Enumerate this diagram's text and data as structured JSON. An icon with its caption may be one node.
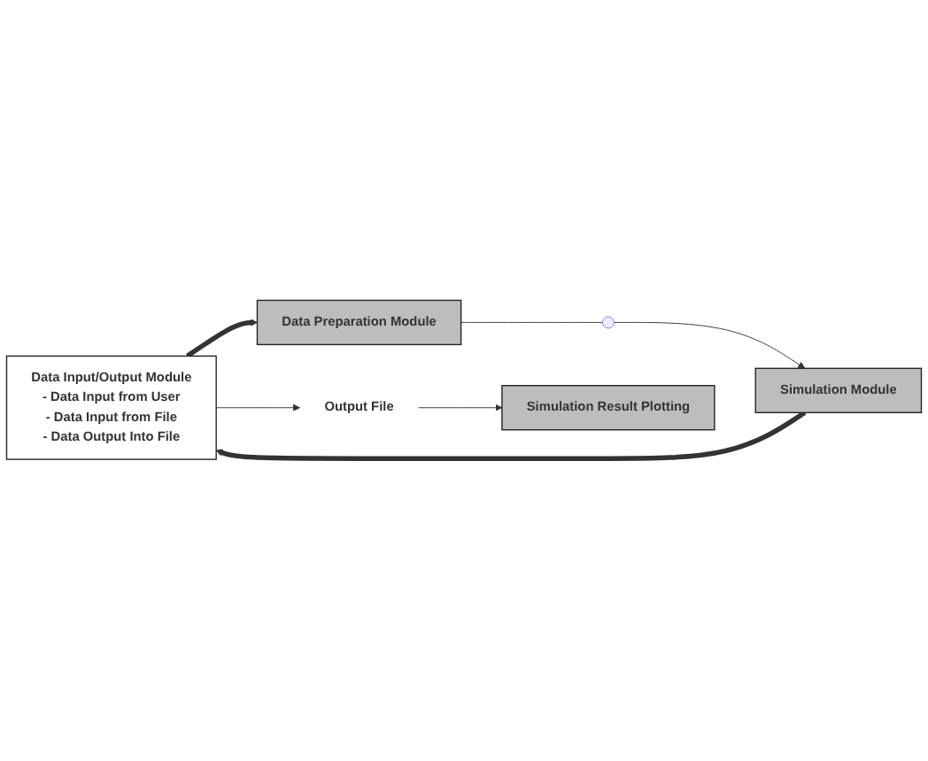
{
  "diagram": {
    "nodes": [
      {
        "text": [
          "Data Input/Output Module",
          "- Data Input from User",
          "- Data Input from File",
          "- Data Output Into File"
        ]
      },
      {
        "text": [
          "Data Preparation Module"
        ]
      },
      {
        "text": [],
        "shape": "dots"
      },
      {
        "text": [
          "Simulation Module"
        ]
      },
      {
        "text": [
          "Output File"
        ]
      },
      {
        "text": [
          "Simulation Result Plotting"
        ]
      }
    ],
    "edges": [
      {
        "from": 0,
        "to": 1,
        "arrow": "to",
        "style": "thick"
      },
      {
        "from": 1,
        "to": 2,
        "arrow": "none"
      },
      {
        "from": 2,
        "to": 3,
        "arrow": "to"
      },
      {
        "from": 3,
        "to": 0,
        "arrow": "to",
        "style": "thick"
      },
      {
        "from": 0,
        "to": 4,
        "arrow": "to"
      },
      {
        "from": 4,
        "to": 5,
        "arrow": "to"
      }
    ]
  }
}
